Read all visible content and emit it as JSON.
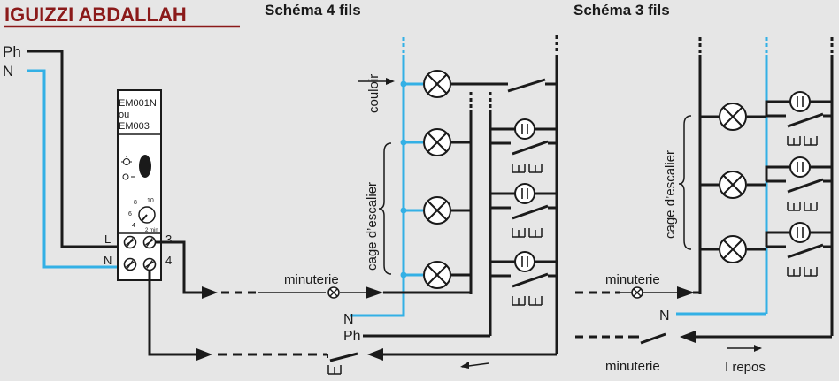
{
  "author": "IGUIZZI ABDALLAH",
  "colors": {
    "background": "#e6e6e6",
    "wire": "#1a1a1a",
    "neutral_wire": "#33b0e5",
    "author_text": "#8b1a1a",
    "module_body": "#ffffff"
  },
  "left": {
    "phase_label": "Ph",
    "neutral_label": "N"
  },
  "module": {
    "model_line1": "EM001N",
    "model_line2": "ou",
    "model_line3": "EM003",
    "dial_marks": [
      "2",
      "4",
      "6",
      "8",
      "10"
    ],
    "dial_unit": "2 min",
    "terminal_L": "L",
    "terminal_N": "N",
    "terminal_3": "3",
    "terminal_4": "4"
  },
  "schema4": {
    "title": "Schéma 4 fils",
    "couloir": "couloir",
    "cage": "cage d’escalier",
    "minuterie": "minuterie",
    "neutral_label": "N",
    "phase_label": "Ph",
    "button_glyph": "E"
  },
  "schema3": {
    "title": "Schéma 3 fils",
    "cage": "cage d’escalier",
    "minuterie_top": "minuterie",
    "neutral_label": "N",
    "minuterie_bottom": "minuterie",
    "repos": "I repos",
    "button_glyph": "E"
  },
  "icons": [
    "lamp-icon",
    "pushbutton-icon",
    "switch-icon",
    "arrow-icon",
    "timer-dial-icon",
    "bulb-icon",
    "moon-icon"
  ]
}
